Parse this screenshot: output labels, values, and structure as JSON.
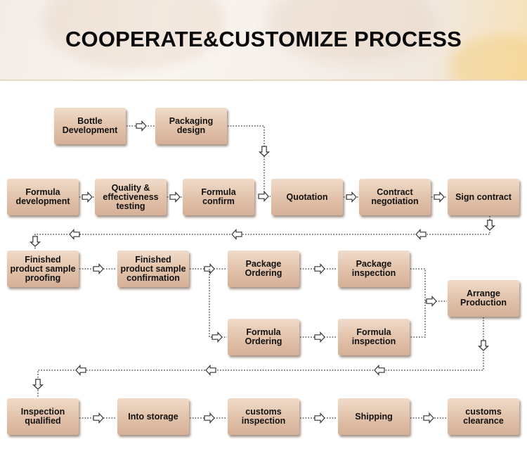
{
  "title": "COOPERATE&CUSTOMIZE PROCESS",
  "steps": {
    "bottle_development": "Bottle\nDevelopment",
    "packaging_design": "Packaging\ndesign",
    "formula_development": "Formula\ndevelopment",
    "quality_testing": "Quality &\neffectiveness\ntesting",
    "formula_confirm": "Formula\nconfirm",
    "quotation": "Quotation",
    "contract_negotiation": "Contract\nnegotiation",
    "sign_contract": "Sign contract",
    "sample_proofing": "Finished\nproduct sample\nproofing",
    "sample_confirmation": "Finished\nproduct sample\nconfirmation",
    "package_ordering": "Package\nOrdering",
    "package_inspection": "Package\ninspection",
    "formula_ordering": "Formula\nOrdering",
    "formula_inspection": "Formula\ninspection",
    "arrange_production": "Arrange\nProduction",
    "inspection_qualified": "Inspection\nqualified",
    "into_storage": "Into storage",
    "customs_inspection": "customs\ninspection",
    "shipping": "Shipping",
    "customs_clearance": "customs\nclearance"
  },
  "colors": {
    "box_light": "#f0dccb",
    "box_dark": "#d5b097",
    "connector": "#333333",
    "title_text": "#0a0a0a"
  }
}
